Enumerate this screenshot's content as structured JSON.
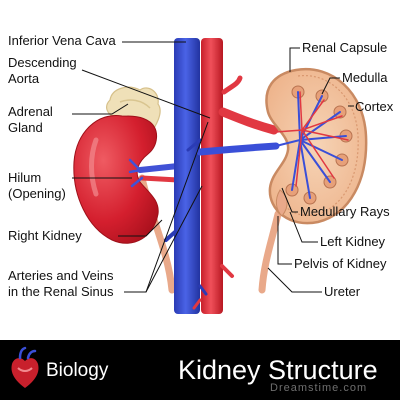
{
  "labels_left": {
    "inferior_vena_cava": "Inferior Vena Cava",
    "descending_aorta_1": "Descending",
    "descending_aorta_2": "Aorta",
    "adrenal_gland_1": "Adrenal",
    "adrenal_gland_2": "Gland",
    "hilum_1": "Hilum",
    "hilum_2": "(Opening)",
    "right_kidney": "Right Kidney",
    "renal_sinus_1": "Arteries and Veins",
    "renal_sinus_2": "in the Renal Sinus"
  },
  "labels_right": {
    "renal_capsule": "Renal Capsule",
    "medulla": "Medulla",
    "cortex": "Cortex",
    "medullary_rays": "Medullary Rays",
    "left_kidney": "Left Kidney",
    "pelvis_of_kidney": "Pelvis of Kidney",
    "ureter": "Ureter"
  },
  "footer": {
    "subject": "Biology",
    "title": "Kidney Structure",
    "watermark": "Dreamstime.com",
    "icon": "heart-icon"
  },
  "colors": {
    "vena_cava": "#3344cc",
    "aorta": "#e0303a",
    "kidney_red": "#d41f2e",
    "kidney_section": "#f4c7a4",
    "adrenal": "#efe0b8",
    "ureter": "#f0b89a",
    "footer_bg": "#000000"
  }
}
